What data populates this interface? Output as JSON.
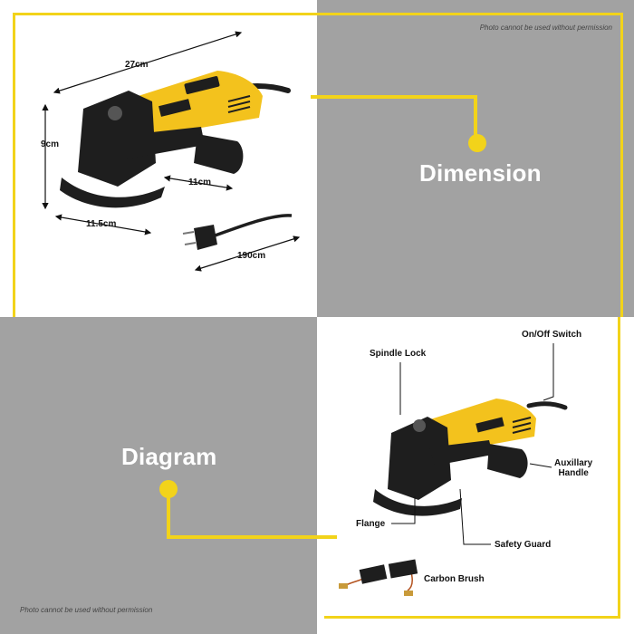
{
  "notice_top": "Photo cannot be used without permission",
  "notice_bottom": "Photo cannot be used without permission",
  "headings": {
    "dimension": "Dimension",
    "diagram": "Diagram"
  },
  "dimensions": {
    "length": "27cm",
    "height": "9cm",
    "handle": "11cm",
    "width": "11.5cm",
    "cord": "190cm"
  },
  "parts": {
    "spindle_lock": "Spindle Lock",
    "on_off_switch": "On/Off Switch",
    "auxiliary_handle_line1": "Auxillary",
    "auxiliary_handle_line2": "Handle",
    "flange": "Flange",
    "safety_guard": "Safety Guard",
    "carbon_brush": "Carbon Brush"
  },
  "colors": {
    "accent": "#f2d31a",
    "grey": "#a2a2a2",
    "tool_yellow": "#f3c21d",
    "tool_black": "#1e1e1e"
  }
}
